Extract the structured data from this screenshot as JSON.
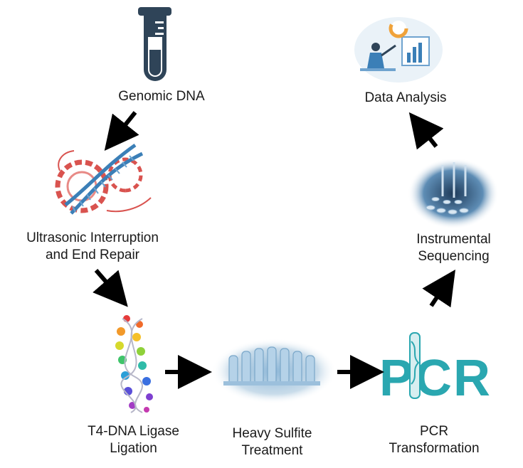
{
  "steps": {
    "genomic_dna": {
      "line1": "Genomic DNA",
      "icon": "test-tube-icon"
    },
    "ultrasonic": {
      "line1": "Ultrasonic Interruption",
      "line2": "and End Repair",
      "icon": "dna-gear-icon"
    },
    "ligation": {
      "line1": "T4-DNA Ligase",
      "line2": "Ligation",
      "icon": "rainbow-dna-icon"
    },
    "sulfite": {
      "line1": "Heavy Sulfite",
      "line2": "Treatment",
      "icon": "lab-tubes-icon"
    },
    "pcr": {
      "line1": "PCR",
      "line2": "Transformation",
      "icon": "pcr-logo-icon",
      "logo_text": "PCR"
    },
    "sequencing": {
      "line1": "Instrumental",
      "line2": "Sequencing",
      "icon": "sequencer-icon"
    },
    "analysis": {
      "line1": "Data Analysis",
      "icon": "data-analysis-icon"
    }
  },
  "colors": {
    "arrow": "#000000",
    "tube": "#2f4458",
    "pcr_teal": "#2aa7b0",
    "dna_blue": "#3b7fb7",
    "gear_red": "#d9534f"
  }
}
